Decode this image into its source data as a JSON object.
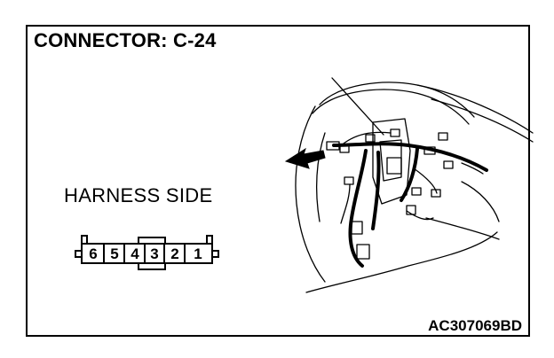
{
  "title": "CONNECTOR: C-24",
  "harness_label": "HARNESS SIDE",
  "connector_pins": [
    "6",
    "5",
    "4",
    "3",
    "2",
    "1"
  ],
  "figure_code": "AC307069BD",
  "colors": {
    "ink": "#000000",
    "background": "#ffffff"
  }
}
